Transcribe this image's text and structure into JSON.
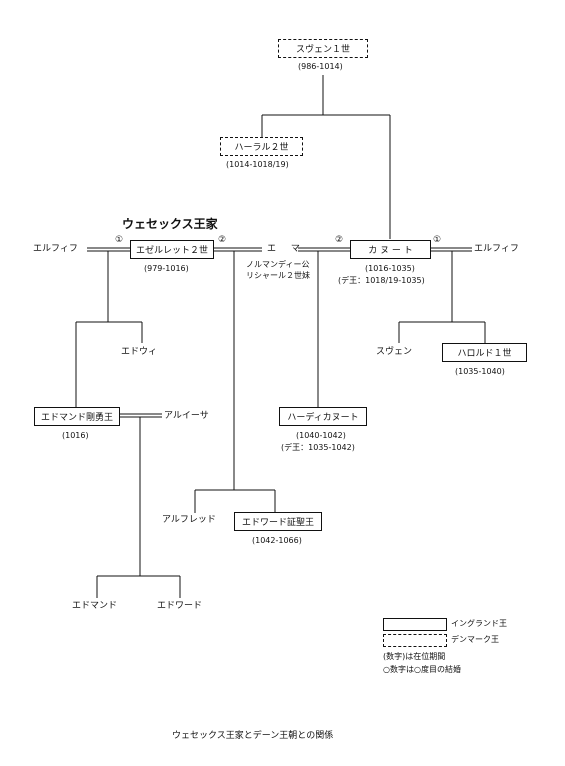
{
  "wessex_label": "ウェセックス王家",
  "caption": "ウェセックス王家とデーン王朝との関係",
  "persons": {
    "sven": {
      "name": "スヴェン１世",
      "years": "(986-1014)"
    },
    "harald": {
      "name": "ハーラル２世",
      "years": "(1014-1018/19)"
    },
    "knut": {
      "name": "カ ヌ ー ト",
      "years": "(1016-1035)",
      "danish": "(デ王：1018/19-1035)"
    },
    "aethelred": {
      "name": "エゼルレット２世",
      "years": "(979-1016)"
    },
    "emma": {
      "name": "エ マ",
      "note1": "ノルマンディー公",
      "note2": "リシャール２世妹"
    },
    "aelfgifu_left": {
      "name": "エルフィフ"
    },
    "aelfgifu_right": {
      "name": "エルフィフ"
    },
    "edwig": {
      "name": "エドウィ"
    },
    "edmund_ironside": {
      "name": "エドマンド剛勇王",
      "years": "(1016)"
    },
    "aldgyth": {
      "name": "アルイーサ"
    },
    "svein_son": {
      "name": "スヴェン"
    },
    "harold1": {
      "name": "ハロルド１世",
      "years": "(1035-1040)"
    },
    "harthacnut": {
      "name": "ハーディカヌート",
      "years": "(1040-1042)",
      "danish": "(デ王：1035-1042)"
    },
    "alfred": {
      "name": "アルフレッド"
    },
    "edward_confessor": {
      "name": "エドワード証聖王",
      "years": "(1042-1066)"
    },
    "edmund": {
      "name": "エドマンド"
    },
    "edward": {
      "name": "エドワード"
    }
  },
  "marriage_marks": {
    "aethelred_left": "①",
    "aethelred_right": "②",
    "knut_left": "②",
    "knut_right": "①"
  },
  "legend": {
    "england": "イングランド王",
    "denmark": "デンマーク王",
    "reign": "(数字)は在位期間",
    "marriage": "○数字は○度目の結婚"
  }
}
